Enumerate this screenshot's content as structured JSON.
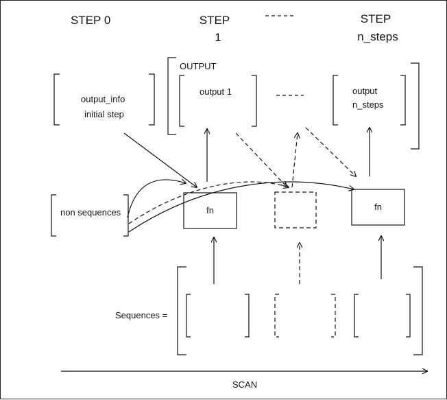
{
  "headers": {
    "step0": "STEP 0",
    "step1_line1": "STEP",
    "step1_line2": "1",
    "stepn_line1": "STEP",
    "stepn_line2": "n_steps"
  },
  "inputs": {
    "output_info_line1": "output_info",
    "output_info_line2": "initial step",
    "non_sequences": "non sequences",
    "sequences": "Sequences ="
  },
  "outputs": {
    "group_label": "OUTPUT",
    "output1": "output 1",
    "outputn_line1": "output",
    "outputn_line2": "n_steps"
  },
  "nodes": {
    "fn_step1": "fn",
    "fn_stepn": "fn"
  },
  "footer": {
    "scan": "SCAN"
  }
}
